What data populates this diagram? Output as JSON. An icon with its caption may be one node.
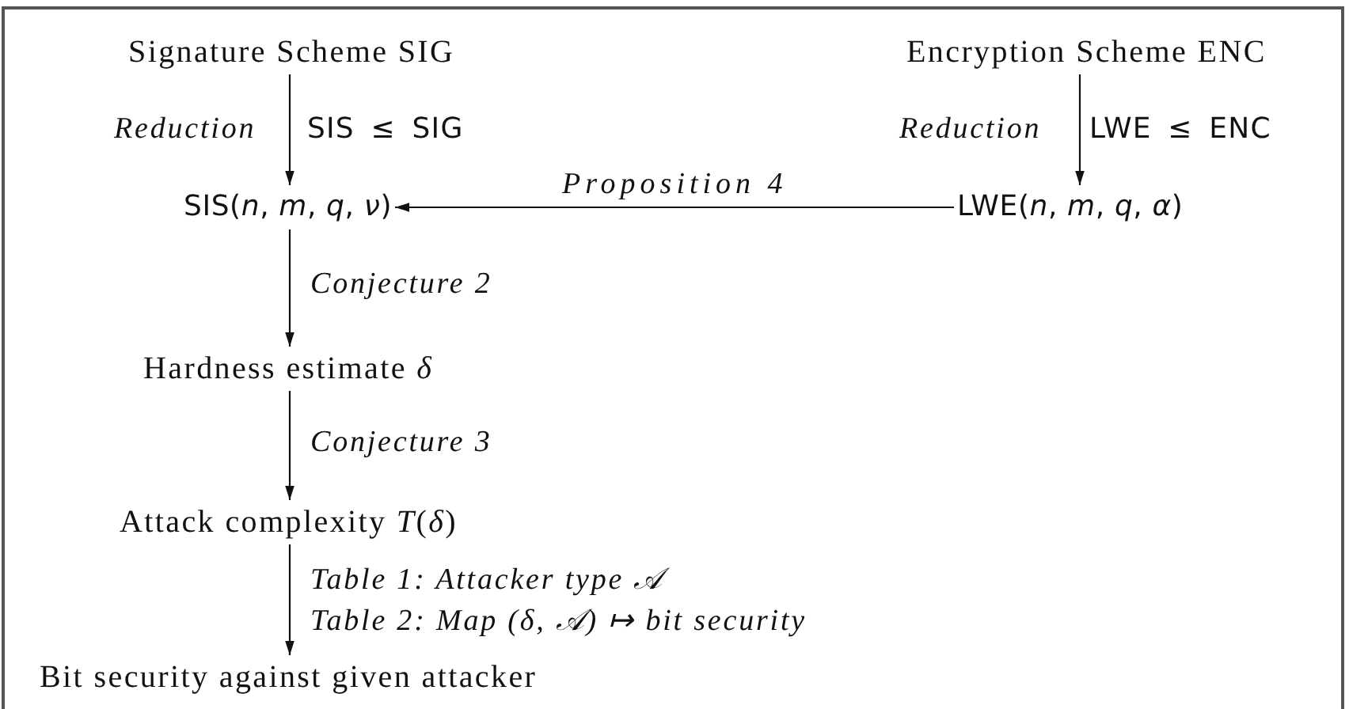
{
  "diagram": {
    "nodes": [
      {
        "text": [
          "Signature Scheme SIG"
        ]
      },
      {
        "text": [
          "Encryption Scheme ENC"
        ]
      },
      {
        "text": [
          "SIS(*n*, *m*, *q*, *ν*)"
        ]
      },
      {
        "text": [
          "LWE(*n*, *m*, *q*, *α*)"
        ]
      },
      {
        "text": [
          "Hardness estimate *δ*"
        ]
      },
      {
        "text": [
          "Attack complexity *T*(*δ*)"
        ]
      },
      {
        "text": [
          "Bit security against given attacker"
        ]
      }
    ],
    "edges": [
      {
        "from": 0,
        "to": 2,
        "arrow": "to",
        "label": "Reduction"
      },
      {
        "from": 1,
        "to": 3,
        "arrow": "to",
        "label": "Reduction"
      },
      {
        "from": 3,
        "to": 2,
        "arrow": "to",
        "label": "Proposition 4"
      },
      {
        "from": 2,
        "to": 4,
        "arrow": "to",
        "label": "Conjecture 2"
      },
      {
        "from": 4,
        "to": 5,
        "arrow": "to",
        "label": "Conjecture 3"
      },
      {
        "from": 5,
        "to": 6,
        "arrow": "to",
        "label": "Table 1: Attacker type 𝒜"
      }
    ],
    "labels": [
      "SIS ≤ SIG",
      "LWE ≤ ENC",
      "Table 2: Map (δ, 𝒜) ↦ bit security"
    ]
  }
}
